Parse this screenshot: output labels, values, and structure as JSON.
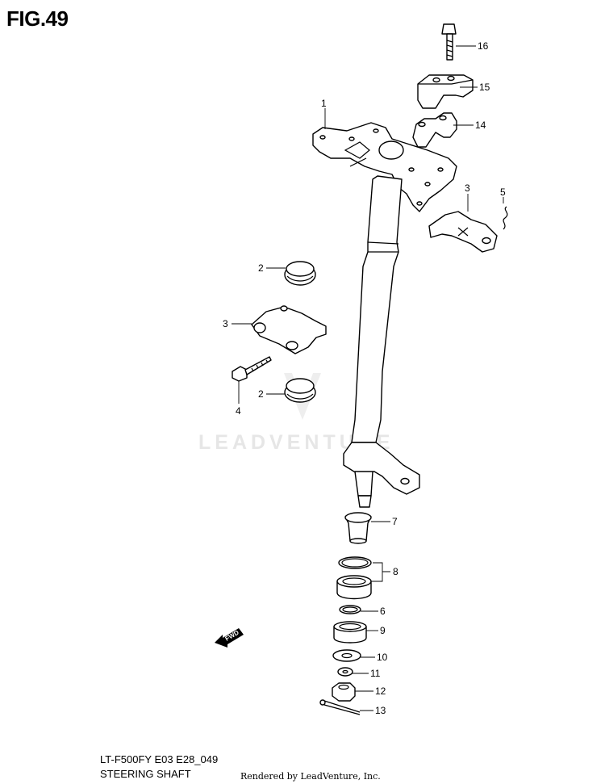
{
  "figure": {
    "title": "FIG.49"
  },
  "watermark": {
    "text": "LEADVENTURE"
  },
  "fwd_arrow": {
    "label": "FWD"
  },
  "footer": {
    "model": "LT-F500FY E03 E28_049",
    "subtitle": "STEERING SHAFT",
    "rendered_by": "Rendered by LeadVenture, Inc."
  },
  "callouts": [
    {
      "id": "c16",
      "label": "16"
    },
    {
      "id": "c15",
      "label": "15"
    },
    {
      "id": "c1",
      "label": "1"
    },
    {
      "id": "c14",
      "label": "14"
    },
    {
      "id": "c3a",
      "label": "3"
    },
    {
      "id": "c5",
      "label": "5"
    },
    {
      "id": "c2a",
      "label": "2"
    },
    {
      "id": "c3b",
      "label": "3"
    },
    {
      "id": "c2b",
      "label": "2"
    },
    {
      "id": "c4",
      "label": "4"
    },
    {
      "id": "c7",
      "label": "7"
    },
    {
      "id": "c8",
      "label": "8"
    },
    {
      "id": "c6",
      "label": "6"
    },
    {
      "id": "c9",
      "label": "9"
    },
    {
      "id": "c10",
      "label": "10"
    },
    {
      "id": "c11",
      "label": "11"
    },
    {
      "id": "c12",
      "label": "12"
    },
    {
      "id": "c13",
      "label": "13"
    }
  ]
}
